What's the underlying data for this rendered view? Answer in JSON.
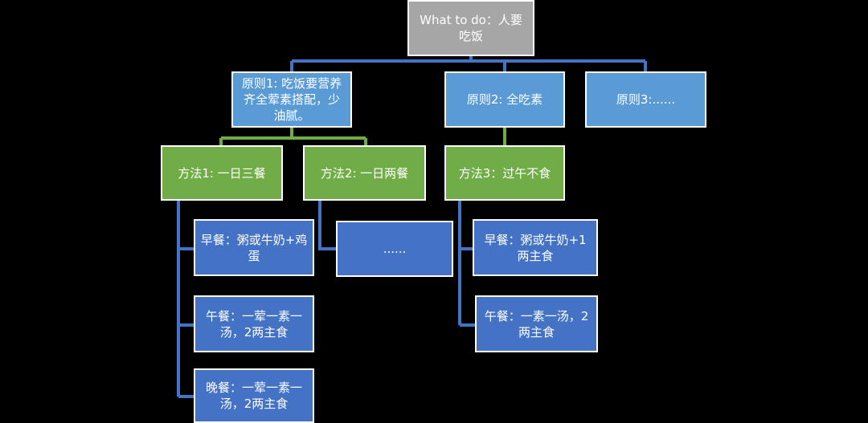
{
  "colors": {
    "background": "#000000",
    "goal_box": "#a6a6a6",
    "principle_box": "#5b9bd5",
    "method_box": "#70ad47",
    "meal_box": "#4472c4",
    "connector_blue": "#4472c4",
    "connector_green": "#70ad47"
  },
  "goal": {
    "text": "What to do：人要吃饭"
  },
  "principles": [
    {
      "text": "原则1: 吃饭要营养齐全荤素搭配，少油腻。"
    },
    {
      "text": "原则2: 全吃素"
    },
    {
      "text": "原则3:......"
    }
  ],
  "methods": [
    {
      "text": "方法1: 一日三餐"
    },
    {
      "text": "方法2: 一日两餐"
    },
    {
      "text": "方法3：过午不食"
    }
  ],
  "meals": {
    "method1": [
      {
        "text": "早餐：粥或牛奶+鸡蛋"
      },
      {
        "text": "午餐：一荤一素一汤，2两主食"
      },
      {
        "text": "晚餐：一荤一素一汤，2两主食"
      }
    ],
    "method2": [
      {
        "text": "......"
      }
    ],
    "method3": [
      {
        "text": "早餐：粥或牛奶+1两主食"
      },
      {
        "text": "午餐：一素一汤，2两主食"
      }
    ]
  }
}
